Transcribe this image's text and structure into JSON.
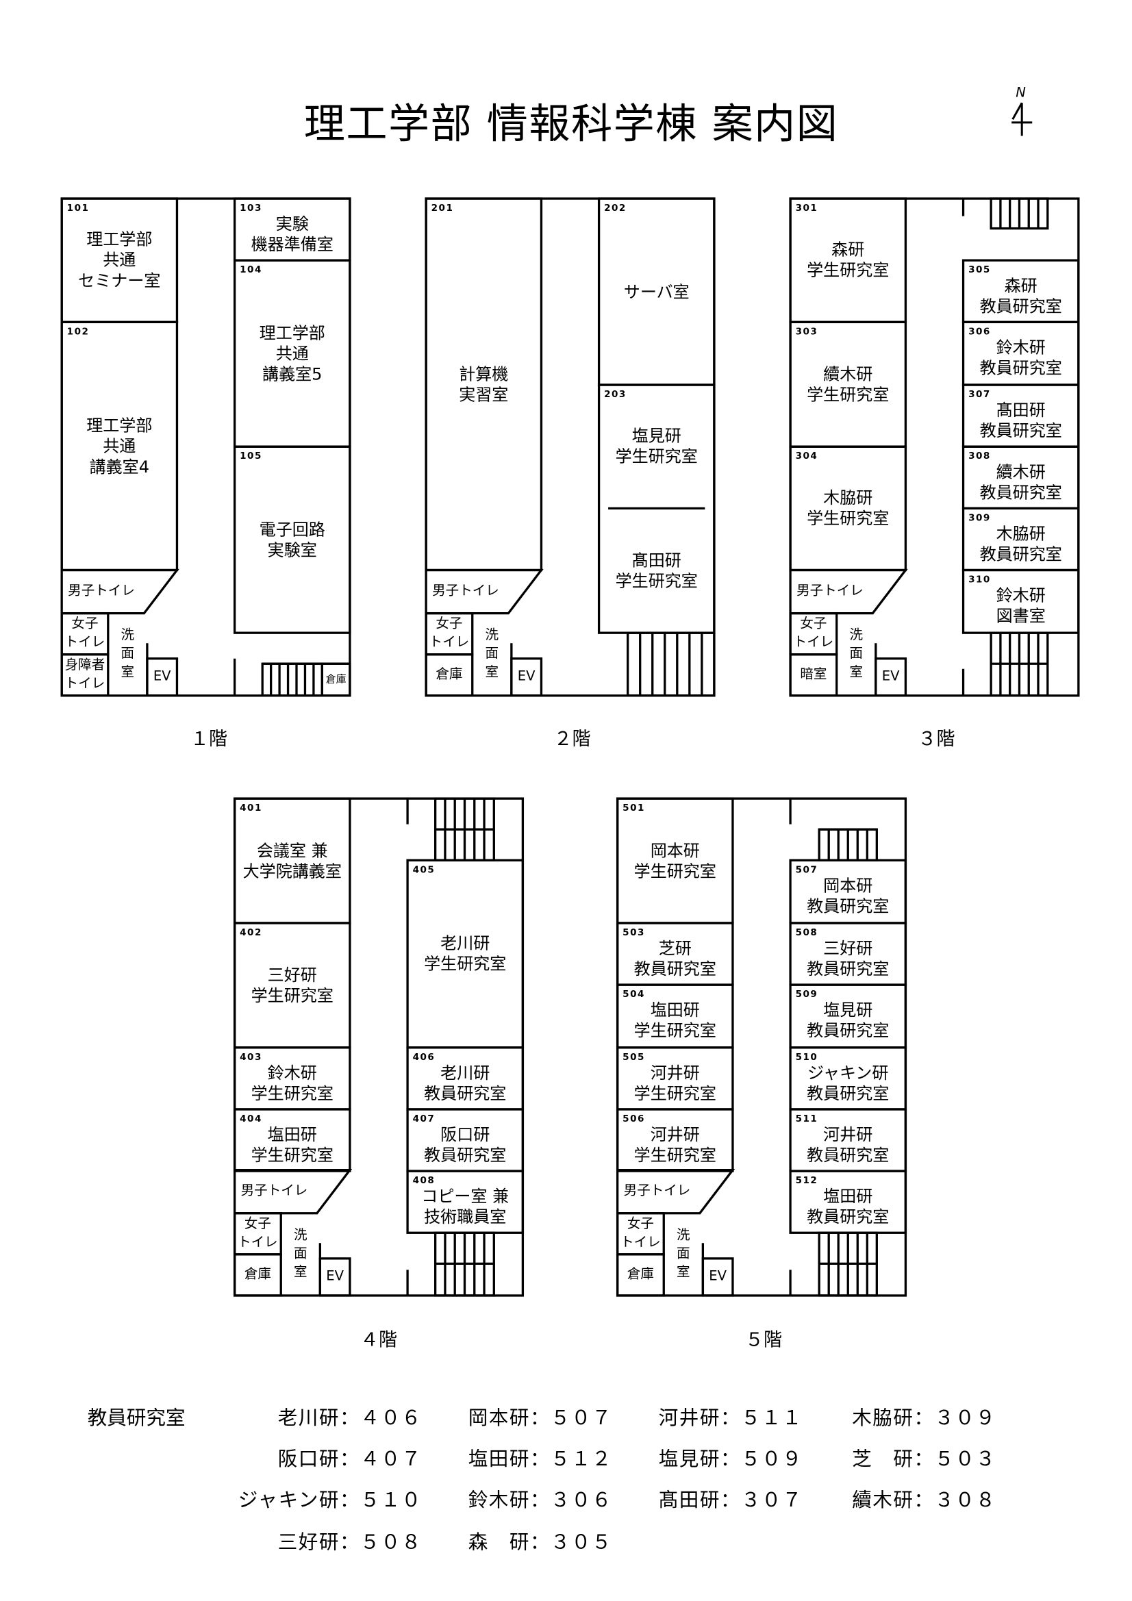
{
  "title": "理工学部 情報科学棟 案内図",
  "north_label": "N",
  "floors": [
    {
      "label": "１階",
      "rooms": [
        {
          "no": "101",
          "name": "理工学部\n共通\nセミナー室"
        },
        {
          "no": "102",
          "name": "理工学部\n共通\n講義室4"
        },
        {
          "no": "103",
          "name": "実験\n機器準備室"
        },
        {
          "no": "104",
          "name": "理工学部\n共通\n講義室5"
        },
        {
          "no": "105",
          "name": "電子回路\n実験室"
        },
        {
          "no": "",
          "name": "男子トイレ"
        },
        {
          "no": "",
          "name": "女子\nトイレ"
        },
        {
          "no": "",
          "name": "身障者\nトイレ"
        },
        {
          "no": "",
          "name": "洗\n面\n室"
        },
        {
          "no": "",
          "name": "EV"
        },
        {
          "no": "",
          "name": "倉庫"
        }
      ]
    },
    {
      "label": "２階",
      "rooms": [
        {
          "no": "201",
          "name": "計算機\n実習室"
        },
        {
          "no": "202",
          "name": "サーバ室"
        },
        {
          "no": "203",
          "name": "塩見研\n学生研究室"
        },
        {
          "no": "",
          "name": "髙田研\n学生研究室"
        },
        {
          "no": "",
          "name": "男子トイレ"
        },
        {
          "no": "",
          "name": "女子\nトイレ"
        },
        {
          "no": "",
          "name": "倉庫"
        },
        {
          "no": "",
          "name": "洗\n面\n室"
        },
        {
          "no": "",
          "name": "EV"
        }
      ]
    },
    {
      "label": "３階",
      "rooms": [
        {
          "no": "301",
          "name": "森研\n学生研究室"
        },
        {
          "no": "303",
          "name": "續木研\n学生研究室"
        },
        {
          "no": "304",
          "name": "木脇研\n学生研究室"
        },
        {
          "no": "305",
          "name": "森研\n教員研究室"
        },
        {
          "no": "306",
          "name": "鈴木研\n教員研究室"
        },
        {
          "no": "307",
          "name": "髙田研\n教員研究室"
        },
        {
          "no": "308",
          "name": "續木研\n教員研究室"
        },
        {
          "no": "309",
          "name": "木脇研\n教員研究室"
        },
        {
          "no": "310",
          "name": "鈴木研\n図書室"
        },
        {
          "no": "",
          "name": "男子トイレ"
        },
        {
          "no": "",
          "name": "女子\nトイレ"
        },
        {
          "no": "",
          "name": "暗室"
        },
        {
          "no": "",
          "name": "洗\n面\n室"
        },
        {
          "no": "",
          "name": "EV"
        }
      ]
    },
    {
      "label": "４階",
      "rooms": [
        {
          "no": "401",
          "name": "会議室 兼\n大学院講義室"
        },
        {
          "no": "402",
          "name": "三好研\n学生研究室"
        },
        {
          "no": "403",
          "name": "鈴木研\n学生研究室"
        },
        {
          "no": "404",
          "name": "塩田研\n学生研究室"
        },
        {
          "no": "405",
          "name": "老川研\n学生研究室"
        },
        {
          "no": "406",
          "name": "老川研\n教員研究室"
        },
        {
          "no": "407",
          "name": "阪口研\n教員研究室"
        },
        {
          "no": "408",
          "name": "コピー室 兼\n技術職員室"
        },
        {
          "no": "",
          "name": "男子トイレ"
        },
        {
          "no": "",
          "name": "女子\nトイレ"
        },
        {
          "no": "",
          "name": "倉庫"
        },
        {
          "no": "",
          "name": "洗\n面\n室"
        },
        {
          "no": "",
          "name": "EV"
        }
      ]
    },
    {
      "label": "５階",
      "rooms": [
        {
          "no": "501",
          "name": "岡本研\n学生研究室"
        },
        {
          "no": "503",
          "name": "芝研\n教員研究室"
        },
        {
          "no": "504",
          "name": "塩田研\n学生研究室"
        },
        {
          "no": "505",
          "name": "河井研\n学生研究室"
        },
        {
          "no": "506",
          "name": "河井研\n学生研究室"
        },
        {
          "no": "507",
          "name": "岡本研\n教員研究室"
        },
        {
          "no": "508",
          "name": "三好研\n教員研究室"
        },
        {
          "no": "509",
          "name": "塩見研\n教員研究室"
        },
        {
          "no": "510",
          "name": "ジャキン研\n教員研究室"
        },
        {
          "no": "511",
          "name": "河井研\n教員研究室"
        },
        {
          "no": "512",
          "name": "塩田研\n教員研究室"
        },
        {
          "no": "",
          "name": "男子トイレ"
        },
        {
          "no": "",
          "name": "女子\nトイレ"
        },
        {
          "no": "",
          "name": "倉庫"
        },
        {
          "no": "",
          "name": "洗\n面\n室"
        },
        {
          "no": "",
          "name": "EV"
        }
      ]
    }
  ],
  "legend": {
    "title": "教員研究室",
    "entries": [
      "老川研：４０６",
      "岡本研：５０７",
      "河井研：５１１",
      "木脇研：３０９",
      "阪口研：４０７",
      "塩田研：５１２",
      "塩見研：５０９",
      "芝　研：５０３",
      "ジャキン研：５１０",
      "鈴木研：３０６",
      "髙田研：３０７",
      "續木研：３０８",
      "三好研：５０８",
      "森　研：３０５"
    ]
  }
}
